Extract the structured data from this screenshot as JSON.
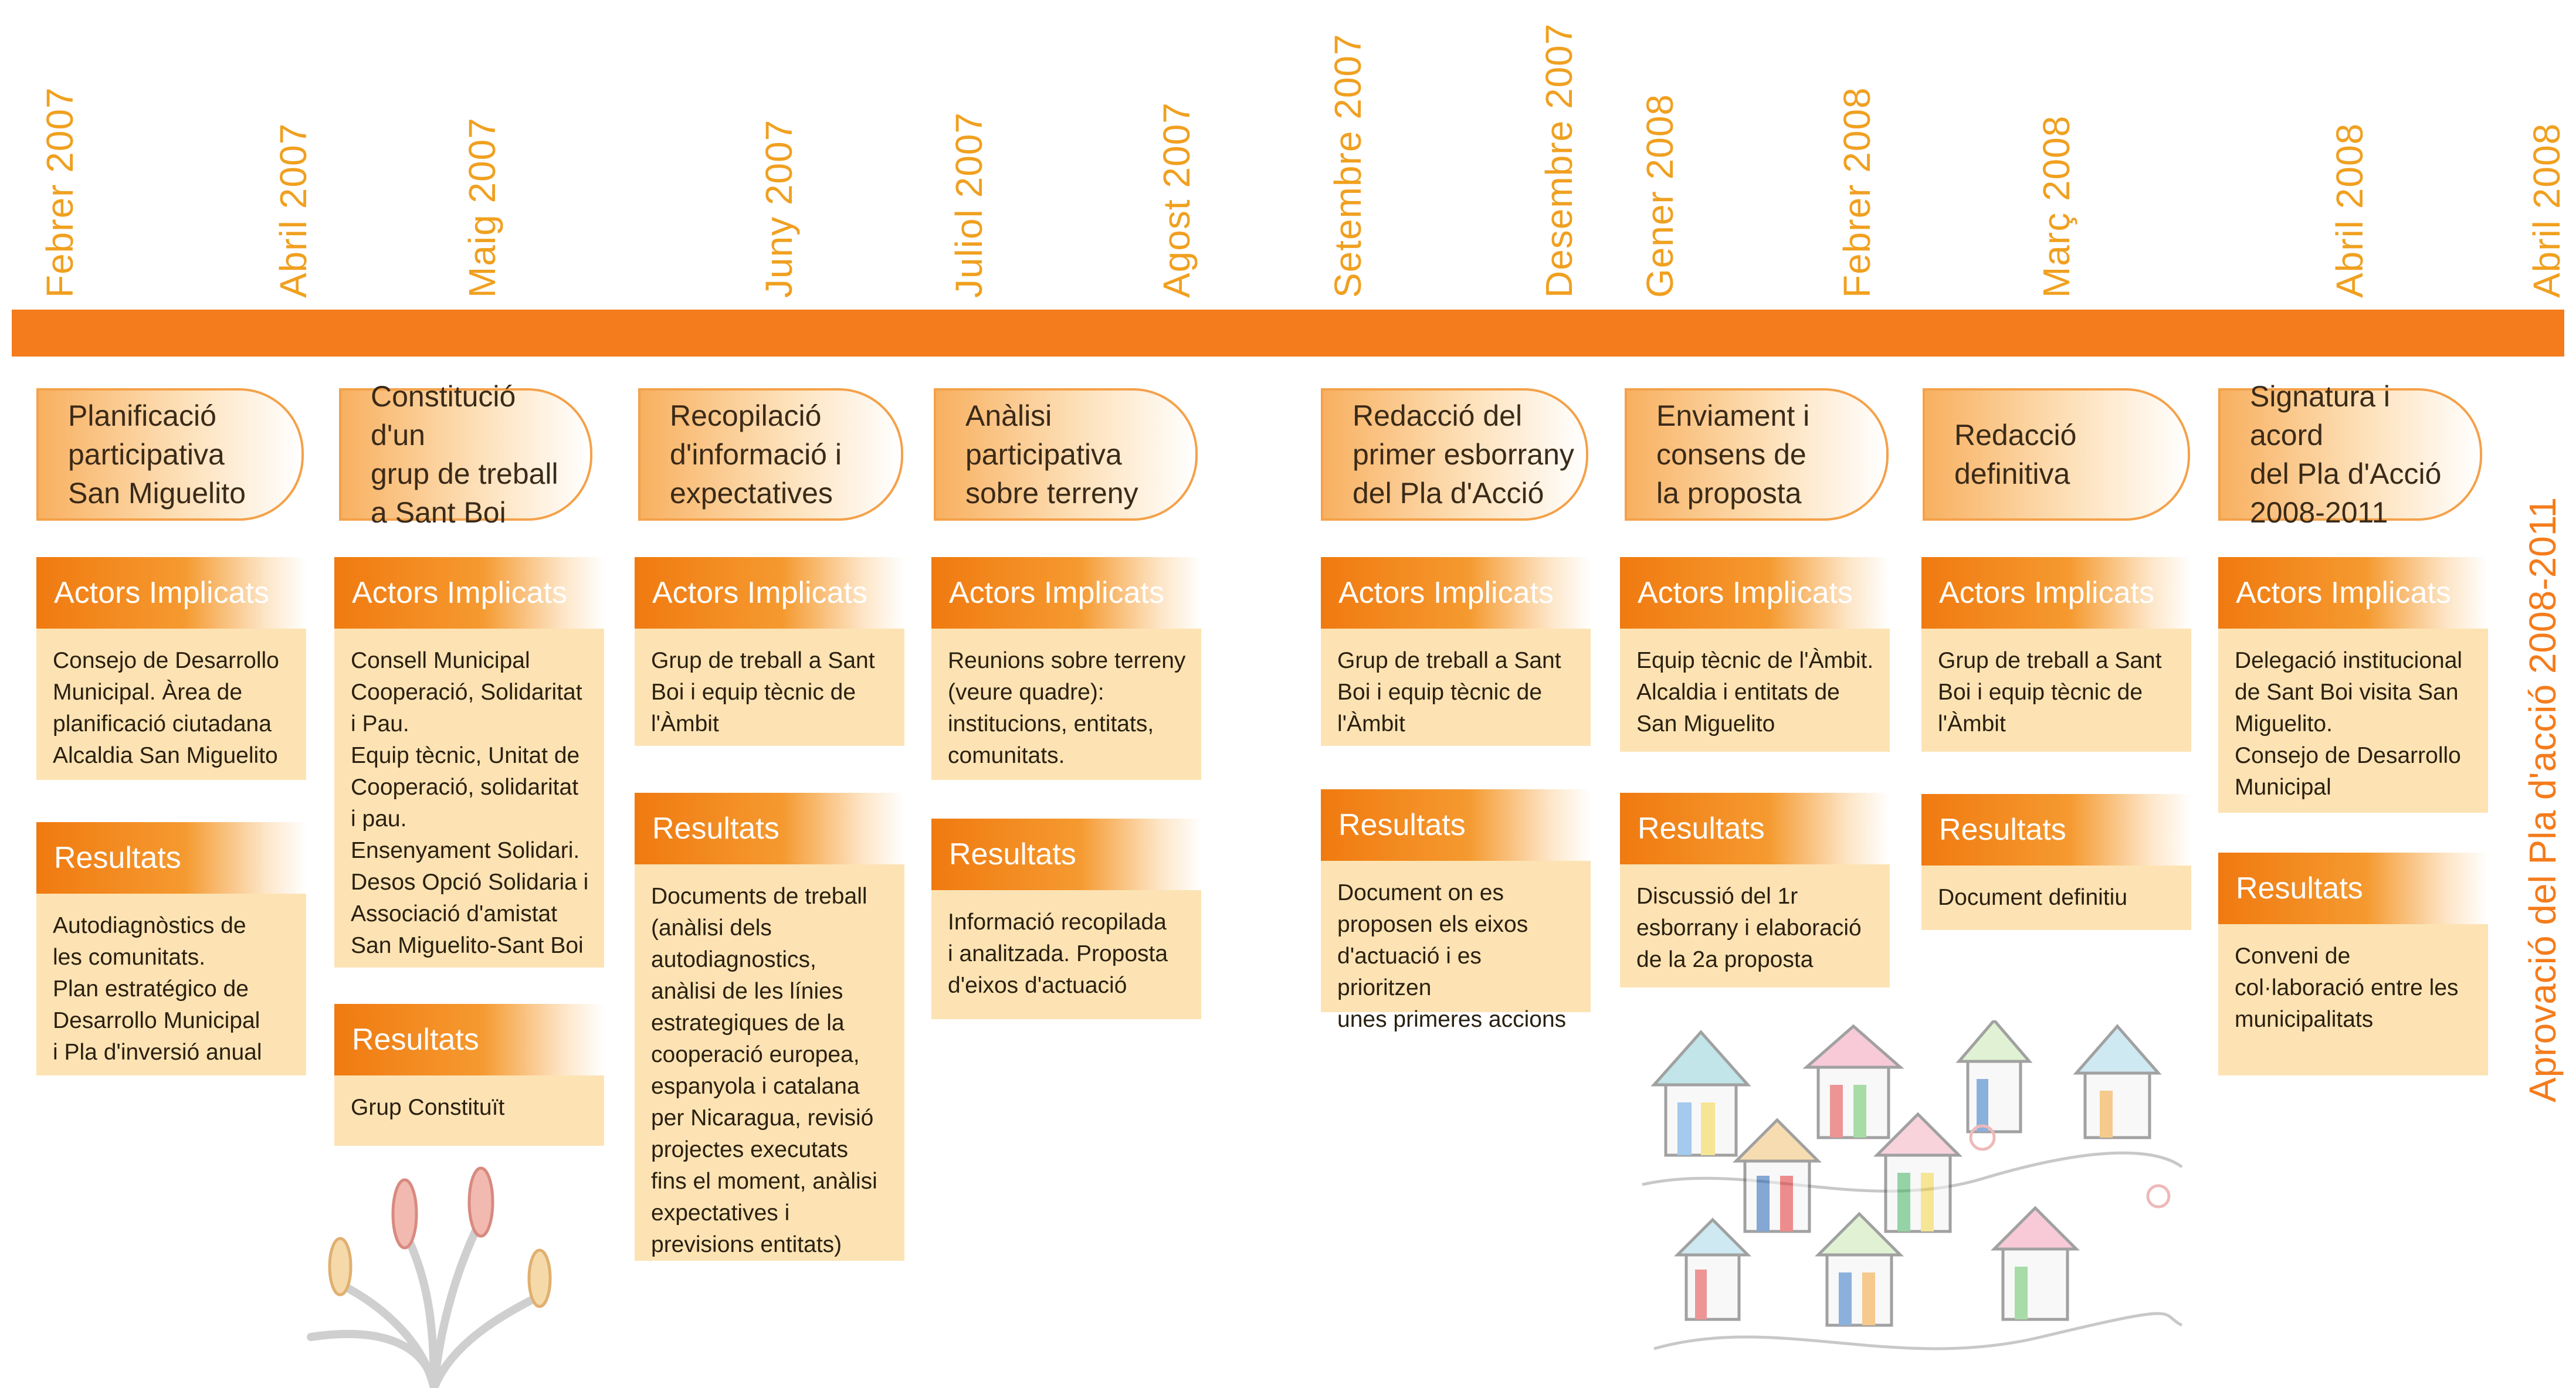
{
  "months": [
    "Febrer 2007",
    "Abril 2007",
    "Maig 2007",
    "Juny 2007",
    "Juliol 2007",
    "Agost 2007",
    "Setembre 2007",
    "Desembre 2007",
    "Gener 2008",
    "Febrer 2008",
    "Març 2008",
    "Abril 2008",
    "Abril 2008"
  ],
  "phases": [
    {
      "title": "Planificació\nparticipativa\nSan Miguelito",
      "actors_label": "Actors Implicats",
      "actors": "Consejo de Desarrollo\nMunicipal. Àrea de\nplanificació ciutadana\nAlcaldia San Miguelito",
      "results_label": "Resultats",
      "results": "Autodiagnòstics de\nles comunitats.\nPlan estratégico de\nDesarrollo Municipal\ni Pla d'inversió anual"
    },
    {
      "title": "Constitució d'un\ngrup de treball\na Sant Boi",
      "actors_label": "Actors Implicats",
      "actors": "Consell Municipal\nCooperació, Solidaritat\ni Pau.\nEquip tècnic, Unitat de\nCooperació, solidaritat\ni pau.\nEnsenyament Solidari.\nDesos Opció Solidaria i\nAssociació d'amistat\nSan Miguelito-Sant Boi",
      "results_label": "Resultats",
      "results": "Grup Constituït"
    },
    {
      "title": "Recopilació\nd'informació i\nexpectatives",
      "actors_label": "Actors Implicats",
      "actors": "Grup de treball a Sant\nBoi i equip tècnic de\nl'Àmbit",
      "results_label": "Resultats",
      "results": "Documents de treball\n(anàlisi dels\nautodiagnostics,\nanàlisi de les línies\nestrategiques de la\ncooperació europea,\nespanyola i catalana\nper Nicaragua, revisió\nprojectes executats\nfins el moment, anàlisi\nexpectatives i\nprevisions entitats)"
    },
    {
      "title": "Anàlisi\nparticipativa\nsobre terreny",
      "actors_label": "Actors Implicats",
      "actors": "Reunions sobre terreny\n(veure quadre):\ninstitucions, entitats,\ncomunitats.",
      "results_label": "Resultats",
      "results": "Informació recopilada\ni analitzada. Proposta\nd'eixos d'actuació"
    },
    {
      "title": "Redacció del\nprimer esborrany\ndel Pla d'Acció",
      "actors_label": "Actors Implicats",
      "actors": "Grup de treball a Sant\nBoi i equip tècnic de\nl'Àmbit",
      "results_label": "Resultats",
      "results": "Document on es\nproposen els eixos\nd'actuació i es prioritzen\nunes primeres accions"
    },
    {
      "title": "Enviament i\nconsens de\nla proposta",
      "actors_label": "Actors Implicats",
      "actors": "Equip tècnic de l'Àmbit.\nAlcaldia i entitats de\nSan Miguelito",
      "results_label": "Resultats",
      "results": "Discussió del 1r\nesborrany i elaboració\nde la 2a proposta"
    },
    {
      "title": "Redacció\ndefinitiva",
      "actors_label": "Actors Implicats",
      "actors": "Grup de treball a Sant\nBoi i equip tècnic de\nl'Àmbit",
      "results_label": "Resultats",
      "results": "Document definitiu"
    },
    {
      "title": "Signatura i acord\ndel Pla d'Acció\n2008-2011",
      "actors_label": "Actors Implicats",
      "actors": "Delegació institucional\nde Sant Boi visita San\nMiguelito.\nConsejo de Desarrollo\nMunicipal",
      "results_label": "Resultats",
      "results": "Conveni de\ncol·laboració entre les\nmunicipalitats"
    }
  ],
  "side_label": "Aprovació del Pla d'acció 2008-2011",
  "colors": {
    "accent": "#f47c1c",
    "month_text": "#f0a020",
    "box_fill": "#fde3b4"
  }
}
